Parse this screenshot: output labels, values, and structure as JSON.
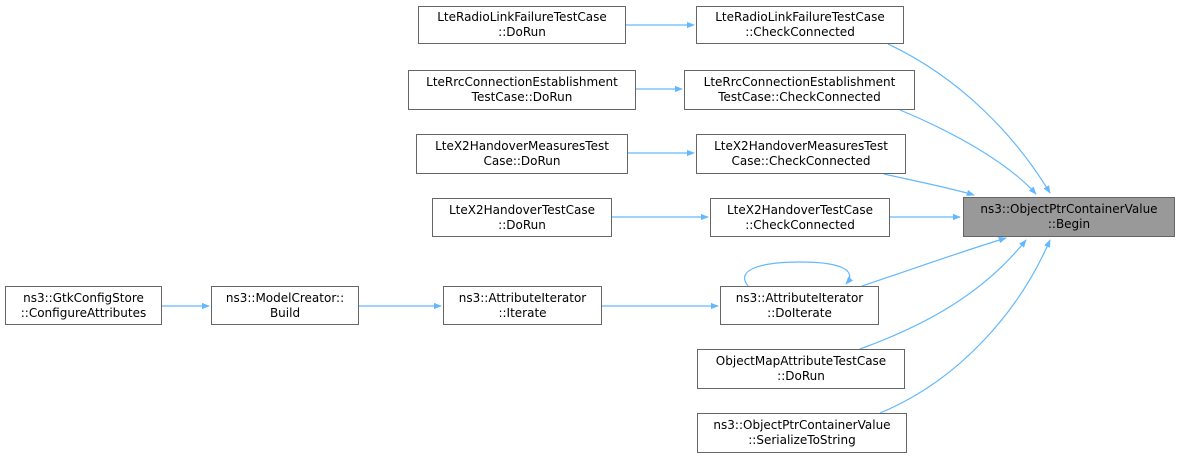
{
  "graph": {
    "edge_color": "#63b8ff",
    "node_border_color": "#666666",
    "target_fill_color": "#999999",
    "nodes": {
      "target": [
        "ns3::ObjectPtrContainerValue",
        "::Begin"
      ],
      "rlf_dorun": [
        "LteRadioLinkFailureTestCase",
        "::DoRun"
      ],
      "rlf_cc": [
        "LteRadioLinkFailureTestCase",
        "::CheckConnected"
      ],
      "rrc_dorun": [
        "LteRrcConnectionEstablishment",
        "TestCase::DoRun"
      ],
      "rrc_cc": [
        "LteRrcConnectionEstablishment",
        "TestCase::CheckConnected"
      ],
      "x2m_dorun": [
        "LteX2HandoverMeasuresTest",
        "Case::DoRun"
      ],
      "x2m_cc": [
        "LteX2HandoverMeasuresTest",
        "Case::CheckConnected"
      ],
      "x2h_dorun": [
        "LteX2HandoverTestCase",
        "::DoRun"
      ],
      "x2h_cc": [
        "LteX2HandoverTestCase",
        "::CheckConnected"
      ],
      "gtk": [
        "ns3::GtkConfigStore",
        "::ConfigureAttributes"
      ],
      "mc": [
        "ns3::ModelCreator::",
        "Build"
      ],
      "ai_it": [
        "ns3::AttributeIterator",
        "::Iterate"
      ],
      "ai_doit": [
        "ns3::AttributeIterator",
        "::DoIterate"
      ],
      "omatc": [
        "ObjectMapAttributeTestCase",
        "::DoRun"
      ],
      "serial": [
        "ns3::ObjectPtrContainerValue",
        "::SerializeToString"
      ]
    }
  }
}
